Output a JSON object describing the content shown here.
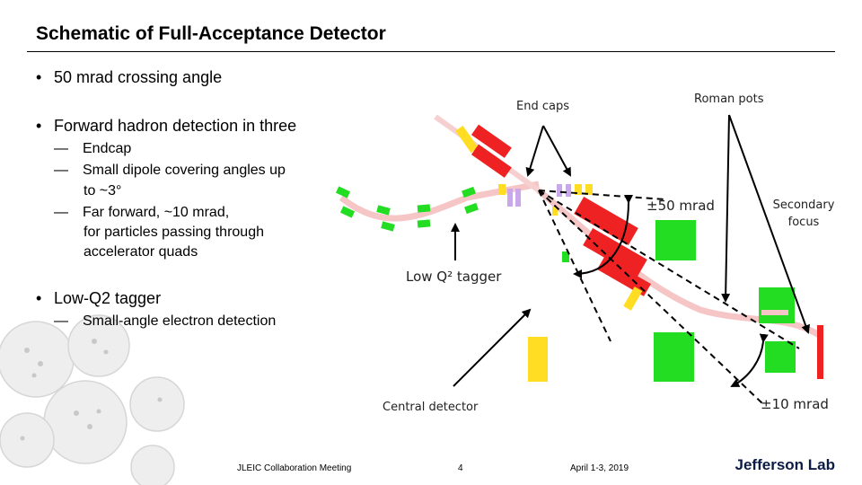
{
  "slide": {
    "title": "Schematic of Full-Acceptance Detector",
    "bullets": [
      {
        "text": "50 mrad crossing angle"
      },
      {
        "text": "Forward hadron detection in three"
      },
      {
        "text": "Low-Q2 tagger"
      }
    ],
    "sub_items": [
      {
        "dash": "—",
        "text": "Endcap"
      },
      {
        "dash": "—",
        "text": "Small dipole covering angles up",
        "cont": "to ~3°"
      },
      {
        "dash": "—",
        "text": "Far forward, ~10 mrad,",
        "cont": "for particles passing through",
        "cont2": "accelerator quads"
      },
      {
        "dash": "—",
        "text": "Small-angle electron detection"
      }
    ]
  },
  "diagram": {
    "labels": {
      "end_caps": "End caps",
      "roman_pots": "Roman pots",
      "secondary_focus_1": "Secondary",
      "secondary_focus_2": "focus",
      "angle_50": "±50 mrad",
      "angle_10": "±10 mrad",
      "low_q2_tagger": "Low Q² tagger",
      "central_detector": "Central detector"
    },
    "colors": {
      "green": "#22dd22",
      "red": "#ee2222",
      "yellow": "#ffdd22",
      "beam": "#f6c6c6"
    }
  },
  "footer": {
    "meeting": "JLEIC Collaboration Meeting",
    "page": "4",
    "date": "April 1-3, 2019",
    "logo": "Jefferson Lab"
  }
}
